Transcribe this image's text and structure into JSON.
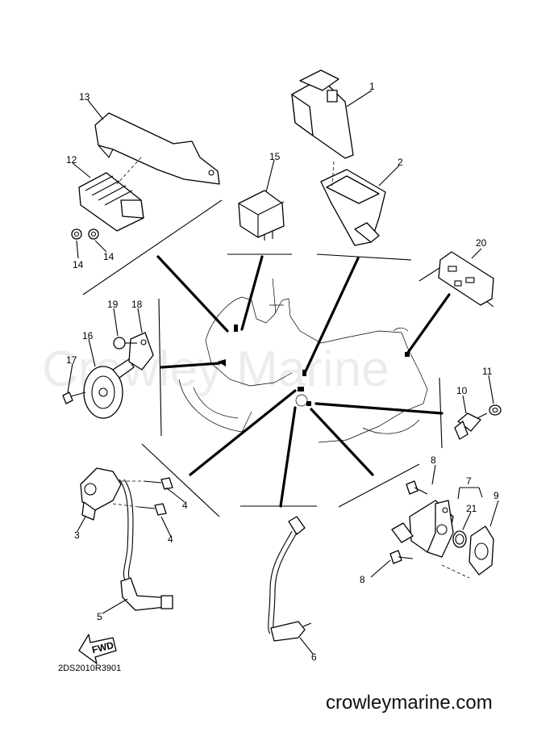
{
  "watermark": "Crowley Marine",
  "reference_code": "2DS2010R3901",
  "site_url": "crowleymarine.com",
  "fwd_label": "FWD",
  "callouts": {
    "c1": "1",
    "c2": "2",
    "c3": "3",
    "c4a": "4",
    "c4b": "4",
    "c5": "5",
    "c6": "6",
    "c7": "7",
    "c8a": "8",
    "c8b": "8",
    "c9": "9",
    "c10": "10",
    "c11": "11",
    "c12": "12",
    "c13": "13",
    "c14a": "14",
    "c14b": "14",
    "c15": "15",
    "c16": "16",
    "c17": "17",
    "c18": "18",
    "c19": "19",
    "c20": "20",
    "c21": "21"
  }
}
